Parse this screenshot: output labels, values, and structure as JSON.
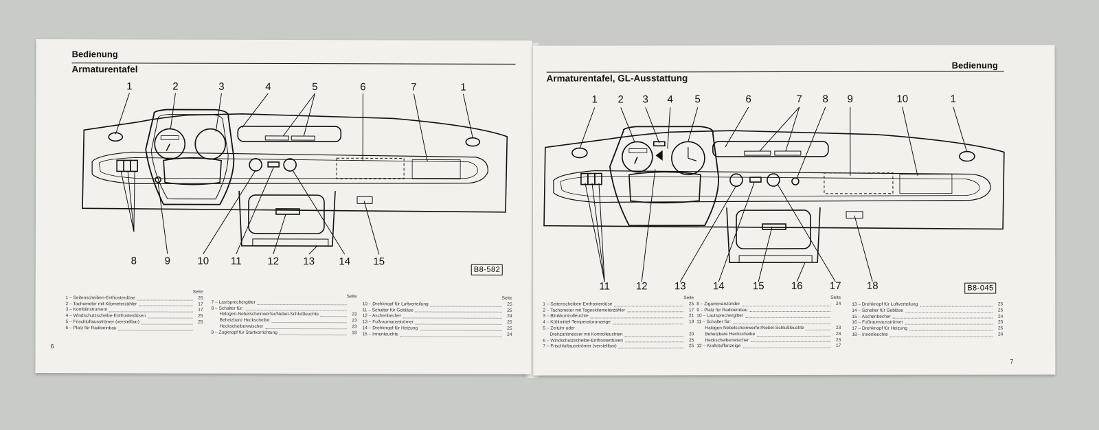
{
  "left_page": {
    "section": "Bedienung",
    "title": "Armaturentafel",
    "code": "B8-582",
    "page_number": "6",
    "callouts_top": [
      "1",
      "2",
      "3",
      "4",
      "5",
      "6",
      "7",
      "1"
    ],
    "callouts_bottom": [
      "8",
      "9",
      "10",
      "11",
      "12",
      "13",
      "14",
      "15"
    ],
    "legend_columns": [
      {
        "header": "Seite",
        "items": [
          {
            "label": "1 – Seitenscheiben-Entfrosterdüse",
            "page": "25"
          },
          {
            "label": "2 – Tachometer mit Kilometerzähler",
            "page": "17"
          },
          {
            "label": "3 – Kombiinstrument",
            "page": "17"
          },
          {
            "label": "4 – Windschutzscheibe-Entfrosterdüsen",
            "page": "25"
          },
          {
            "label": "5 – Frischluftausströmer (verstellbar)",
            "page": "25"
          },
          {
            "label": "6 – Platz für Radioeinbau",
            "page": ""
          }
        ]
      },
      {
        "header": "Seite",
        "items": [
          {
            "label": "7 – Lautsprechergitter",
            "page": ""
          },
          {
            "label": "8 – Schalter für:",
            "page": ""
          },
          {
            "label": "Halogen-Nebelscheinwerfer/Nebel-Schlußleuchte",
            "page": "23"
          },
          {
            "label": "Beheizbare Heckscheibe",
            "page": "23"
          },
          {
            "label": "Heckscheibenwischer",
            "page": "23"
          },
          {
            "label": "9 – Zugknopf für Startvorrichtung",
            "page": "18"
          }
        ]
      },
      {
        "header": "Seite",
        "items": [
          {
            "label": "10 – Drehknopf für Luftverteilung",
            "page": "25"
          },
          {
            "label": "11 – Schalter für Gebläse",
            "page": "25"
          },
          {
            "label": "12 – Aschenbecher",
            "page": "24"
          },
          {
            "label": "13 – Fußraumausströmer",
            "page": "25"
          },
          {
            "label": "14 – Drehknopf für Heizung",
            "page": "25"
          },
          {
            "label": "15 – Innenleuchte",
            "page": "24"
          }
        ]
      }
    ]
  },
  "right_page": {
    "section": "Bedienung",
    "title": "Armaturentafel, GL-Ausstattung",
    "code": "B8-045",
    "page_number": "7",
    "callouts_top": [
      "1",
      "2",
      "3",
      "4",
      "5",
      "6",
      "7",
      "8",
      "9",
      "10",
      "1"
    ],
    "callouts_bottom": [
      "11",
      "12",
      "13",
      "14",
      "15",
      "16",
      "17",
      "18"
    ],
    "legend_columns": [
      {
        "header": "Seite",
        "items": [
          {
            "label": "1 – Seitenscheiben-Entfrosterdüse",
            "page": "25"
          },
          {
            "label": "2 – Tachometer mit Tageskilometerzähler",
            "page": "17"
          },
          {
            "label": "3 – Blinkkontrolleuchte",
            "page": "21"
          },
          {
            "label": "4 – Kühlmittel-Temperaturanzeige",
            "page": "19"
          },
          {
            "label": "5 – Zeituhr oder",
            "page": ""
          },
          {
            "label": "Drehzahlmesser   mit Kontrolleuchten",
            "page": "20"
          },
          {
            "label": "6 – Windschutzscheibe-Entfrosterdüsen",
            "page": "25"
          },
          {
            "label": "7 – Frischluftausströmer (verstellbar)",
            "page": "25"
          }
        ]
      },
      {
        "header": "Seite",
        "items": [
          {
            "label": "8 – Zigarrenanzünder",
            "page": "24"
          },
          {
            "label": "9 – Platz für Radioeinbau",
            "page": ""
          },
          {
            "label": "10 – Lautsprechergitter",
            "page": ""
          },
          {
            "label": "11 – Schalter für:",
            "page": ""
          },
          {
            "label": "Halogen-Nebelscheinwerfer/Nebel-Schlußleuchte",
            "page": "23"
          },
          {
            "label": "Beheizbare Heckscheibe",
            "page": "23"
          },
          {
            "label": "Heckscheibenwischer",
            "page": "23"
          },
          {
            "label": "12 – Kraftstoffanzeige",
            "page": "17"
          }
        ]
      },
      {
        "header": "",
        "items": [
          {
            "label": "13 – Drehknopf für Luftverteilung",
            "page": "25"
          },
          {
            "label": "14 – Schalter für Gebläse",
            "page": "25"
          },
          {
            "label": "15 – Aschenbecher",
            "page": "24"
          },
          {
            "label": "16 – Fußraumausströmer",
            "page": "25"
          },
          {
            "label": "17 – Drehknopf für Heizung",
            "page": "25"
          },
          {
            "label": "18 – Innenleuchte",
            "page": "24"
          }
        ]
      }
    ]
  }
}
